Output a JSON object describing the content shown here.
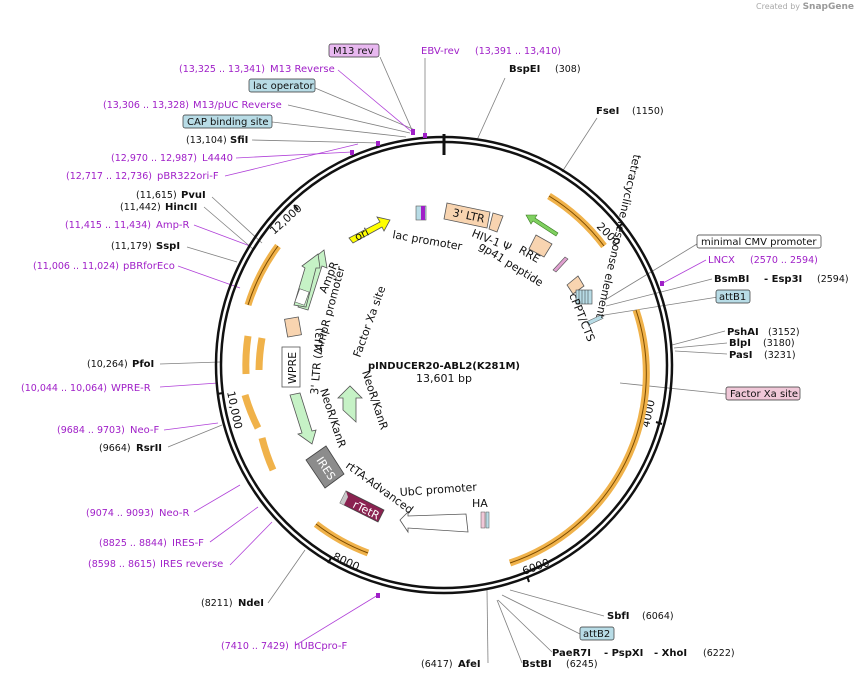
{
  "credit": {
    "prefix": "Created by",
    "brand": "SnapGene"
  },
  "plasmid": {
    "name": "pINDUCER20-ABL2(K281M)",
    "length": "13,601 bp"
  },
  "colors": {
    "primer": "#a020c8",
    "enzyme": "#000000",
    "feature_orange": "#f0b24a",
    "feature_green": "#c6f2c6",
    "feature_peach": "#f8d4b0",
    "highlight_teal": "#b8dce6",
    "highlight_pink": "#f0c8d8",
    "highlight_purple": "#e8b8f0",
    "rtetr": "#8a2250",
    "ires": "#8c8c8c",
    "ori": "#ffff00"
  },
  "left_labels": [
    {
      "range": "(13,325 .. 13,341)",
      "name": "M13 Reverse",
      "kind": "primer"
    },
    {
      "name": "lac operator",
      "kind": "box-teal"
    },
    {
      "range": "(13,306 .. 13,328)",
      "name": "M13/pUC Reverse",
      "kind": "primer"
    },
    {
      "name": "CAP binding site",
      "kind": "box-teal"
    },
    {
      "range": "(13,104)",
      "name": "SfiI",
      "kind": "enzyme"
    },
    {
      "range": "(12,970 .. 12,987)",
      "name": "L4440",
      "kind": "primer"
    },
    {
      "range": "(12,717 .. 12,736)",
      "name": "pBR322ori-F",
      "kind": "primer"
    },
    {
      "range": "(11,615)",
      "name": "PvuI",
      "kind": "enzyme"
    },
    {
      "range": "(11,442)",
      "name": "HincII",
      "kind": "enzyme"
    },
    {
      "range": "(11,415 .. 11,434)",
      "name": "Amp-R",
      "kind": "primer"
    },
    {
      "range": "(11,179)",
      "name": "SspI",
      "kind": "enzyme"
    },
    {
      "range": "(11,006 .. 11,024)",
      "name": "pBRforEco",
      "kind": "primer"
    },
    {
      "range": "(10,264)",
      "name": "PfoI",
      "kind": "enzyme"
    },
    {
      "range": "(10,044 .. 10,064)",
      "name": "WPRE-R",
      "kind": "primer"
    },
    {
      "range": "(9684 .. 9703)",
      "name": "Neo-F",
      "kind": "primer"
    },
    {
      "range": "(9664)",
      "name": "RsrII",
      "kind": "enzyme"
    },
    {
      "range": "(9074 .. 9093)",
      "name": "Neo-R",
      "kind": "primer"
    },
    {
      "range": "(8825 .. 8844)",
      "name": "IRES-F",
      "kind": "primer"
    },
    {
      "range": "(8598 .. 8615)",
      "name": "IRES reverse",
      "kind": "primer"
    },
    {
      "range": "(8211)",
      "name": "NdeI",
      "kind": "enzyme"
    },
    {
      "range": "(7410 .. 7429)",
      "name": "hUBCpro-F",
      "kind": "primer"
    }
  ],
  "top_labels": [
    {
      "name": "M13 rev",
      "kind": "box-purple"
    },
    {
      "name": "EBV-rev",
      "range": "(13,391 .. 13,410)",
      "kind": "primer"
    },
    {
      "name": "BspEI",
      "range": "(308)",
      "kind": "enzyme"
    },
    {
      "name": "FseI",
      "range": "(1150)",
      "kind": "enzyme"
    }
  ],
  "right_labels": [
    {
      "name": "minimal CMV promoter",
      "kind": "box-white"
    },
    {
      "name": "LNCX",
      "range": "(2570 .. 2594)",
      "kind": "primer"
    },
    {
      "name": "BsmBI",
      "sep": "- Esp3I",
      "range": "(2594)",
      "kind": "enzyme"
    },
    {
      "name": "attB1",
      "kind": "box-teal"
    },
    {
      "name": "PshAI",
      "range": "(3152)",
      "kind": "enzyme"
    },
    {
      "name": "BlpI",
      "range": "(3180)",
      "kind": "enzyme"
    },
    {
      "name": "PasI",
      "range": "(3231)",
      "kind": "enzyme"
    },
    {
      "name": "Factor Xa site",
      "kind": "box-pink"
    }
  ],
  "bottom_labels": [
    {
      "name": "SbfI",
      "range": "(6064)",
      "kind": "enzyme"
    },
    {
      "name": "attB2",
      "kind": "box-teal"
    },
    {
      "name": "PaeR7I",
      "mid1": "- PspXI",
      "mid2": "- XhoI",
      "range": "(6222)",
      "kind": "enzyme"
    },
    {
      "name": "AfeI",
      "range": "(6417)",
      "kind": "enzyme"
    },
    {
      "name": "BstBI",
      "range": "(6245)",
      "kind": "enzyme"
    }
  ],
  "ticks": [
    "2000",
    "4000",
    "6000",
    "8000",
    "10,000",
    "12,000"
  ],
  "inner_features": {
    "ori": "ori",
    "ltr3_top": "3' LTR",
    "lac_promoter": "lac promoter",
    "hiv": "HIV-1 Ψ",
    "rre": "RRE",
    "gp41": "gp41 peptide",
    "cppt": "cPPT/CTS",
    "tre": "tetracycline response element",
    "factor_xa": "Factor Xa site",
    "ampr": "AmpR",
    "ampr_promoter": "AmpR promoter",
    "ltr_du3": "3' LTR (ΔU3)",
    "wpre": "WPRE",
    "neor_kanr_outer": "NeoR/KanR",
    "neor_kanr_inner": "NeoR/KanR",
    "ires": "IRES",
    "rtta": "rtTA-Advanced",
    "rtetr": "rTetR",
    "ubc": "UbC promoter",
    "ha": "HA"
  }
}
